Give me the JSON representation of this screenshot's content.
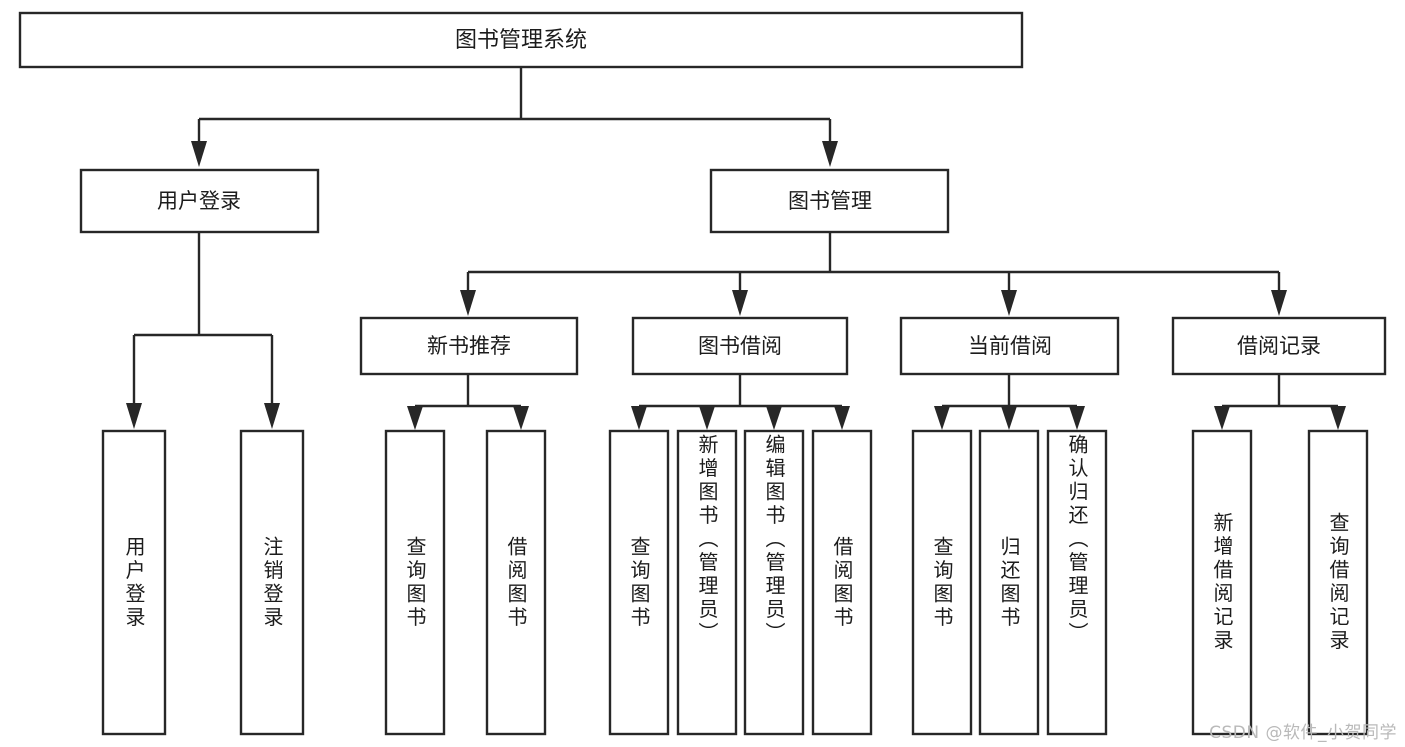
{
  "diagram": {
    "type": "tree-hierarchy-chart",
    "title": "图书管理系统",
    "orientation": "top-down",
    "colors": {
      "box_stroke": "#272727",
      "box_fill": "#ffffff",
      "connector": "#272727",
      "text": "#1c1c1c",
      "watermark": "#b9b9b9",
      "background": "#ffffff"
    },
    "root": {
      "label": "图书管理系统"
    },
    "level2": [
      {
        "id": "user-login",
        "label": "用户登录"
      },
      {
        "id": "book-manage",
        "label": "图书管理"
      }
    ],
    "level3": [
      {
        "id": "new-book-recommend",
        "label": "新书推荐",
        "parent": "book-manage"
      },
      {
        "id": "book-borrow",
        "label": "图书借阅",
        "parent": "book-manage"
      },
      {
        "id": "current-borrow",
        "label": "当前借阅",
        "parent": "book-manage"
      },
      {
        "id": "borrow-record",
        "label": "借阅记录",
        "parent": "book-manage"
      }
    ],
    "leaves": [
      {
        "id": "leaf-user-login",
        "label": "用户登录",
        "parent": "user-login"
      },
      {
        "id": "leaf-user-logout",
        "label": "注销登录",
        "parent": "user-login"
      },
      {
        "id": "leaf-query-book-1",
        "label": "查询图书",
        "parent": "new-book-recommend"
      },
      {
        "id": "leaf-borrow-book-1",
        "label": "借阅图书",
        "parent": "new-book-recommend"
      },
      {
        "id": "leaf-query-book-2",
        "label": "查询图书",
        "parent": "book-borrow"
      },
      {
        "id": "leaf-add-book",
        "label": "新增图书（管理员）",
        "parent": "book-borrow"
      },
      {
        "id": "leaf-edit-book",
        "label": "编辑图书（管理员）",
        "parent": "book-borrow"
      },
      {
        "id": "leaf-borrow-book-2",
        "label": "借阅图书",
        "parent": "book-borrow"
      },
      {
        "id": "leaf-query-book-3",
        "label": "查询图书",
        "parent": "current-borrow"
      },
      {
        "id": "leaf-return-book",
        "label": "归还图书",
        "parent": "current-borrow"
      },
      {
        "id": "leaf-confirm-return",
        "label": "确认归还（管理员）",
        "parent": "current-borrow"
      },
      {
        "id": "leaf-add-record",
        "label": "新增借阅记录",
        "parent": "borrow-record"
      },
      {
        "id": "leaf-query-record",
        "label": "查询借阅记录",
        "parent": "borrow-record"
      }
    ],
    "watermark": "CSDN @软件_小贺同学"
  }
}
